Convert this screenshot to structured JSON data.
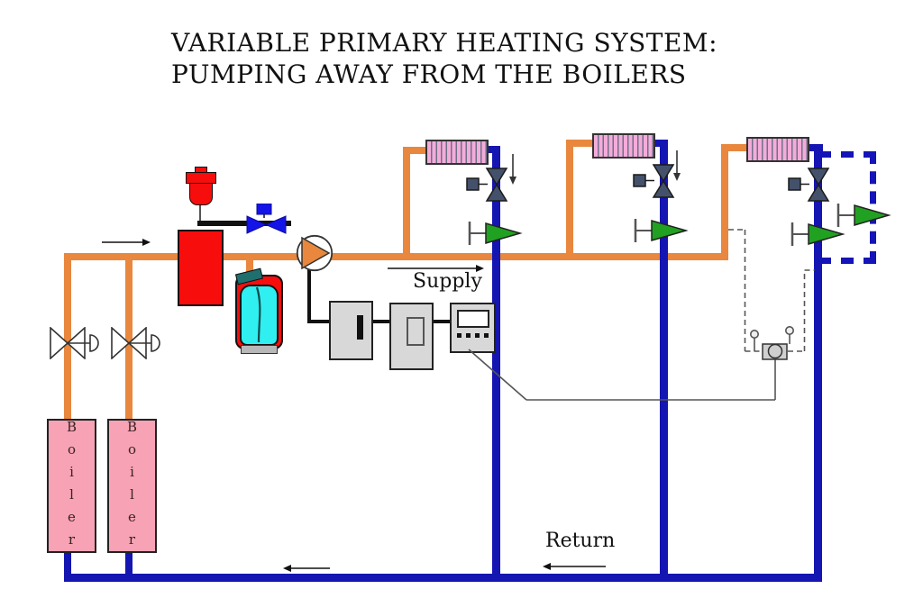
{
  "title": {
    "line1": "VARIABLE PRIMARY HEATING SYSTEM:",
    "line2": "PUMPING AWAY FROM THE BOILERS"
  },
  "labels": {
    "supply": "Supply",
    "return": "Return"
  },
  "boilers": [
    {
      "label": "Boiler"
    },
    {
      "label": "Boiler"
    }
  ],
  "components": {
    "air_separator": "air-separator",
    "air_vent": "automatic-air-vent",
    "vent_valve": "vent-isolation-valve",
    "expansion_tank": "expansion-tank",
    "pump": "circulator-pump",
    "boiler_isolation_valve": "gate-valve-with-actuator",
    "radiator": "finned-radiator",
    "radiator_valve": "zone-valve",
    "balancing_valve": "flow-check-valve",
    "controller_boxes": "pump-controller-set",
    "sensor": "differential-pressure-sensor",
    "future_zone": "future-zone-dashed-outline"
  },
  "colors": {
    "supply_pipe_orange": "#E8873D",
    "return_pipe_blue": "#1515B2",
    "radiator_pink": "#F3ACDA",
    "boiler_pink": "#F7A3B5",
    "valve_slate": "#44516B",
    "valve_green": "#21A121",
    "separator_red": "#F80D0D",
    "expansion_cyan": "#30EFF0",
    "vent_valve_blue": "#1414E8",
    "control_box_gray": "#D8D8D8"
  }
}
